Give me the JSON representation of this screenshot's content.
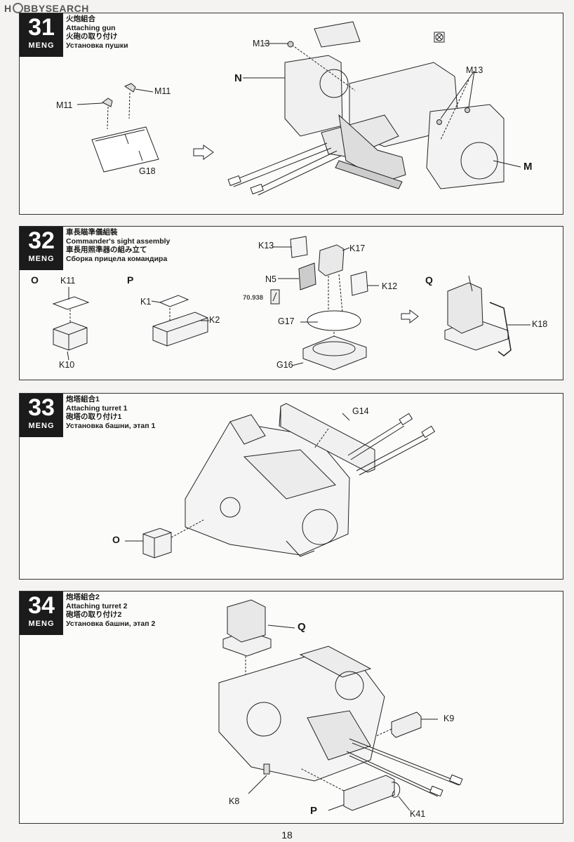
{
  "watermark": {
    "brand_prefix": "H",
    "brand_mid": "BBY",
    "brand_suffix": "SEARCH"
  },
  "steps": [
    {
      "number": "31",
      "brand": "MENG",
      "title_jp": "火炮組合",
      "title_en": "Attaching gun",
      "title_jp2": "火砲の取り付け",
      "title_ru": "Установка пушки",
      "labels": {
        "m11_left": "M11",
        "m11_right": "M11",
        "g18": "G18",
        "m13_left": "M13",
        "m13_right": "M13",
        "n": "N",
        "m": "M"
      }
    },
    {
      "number": "32",
      "brand": "MENG",
      "title_jp": "車長瞄準儀組裝",
      "title_en": "Commander's sight assembly",
      "title_jp2": "車長用照準器の組み立て",
      "title_ru": "Сборка прицела командира",
      "labels": {
        "o": "O",
        "k11": "K11",
        "k10": "K10",
        "p": "P",
        "k1": "K1",
        "k2": "K2",
        "k13": "K13",
        "k17": "K17",
        "n5": "N5",
        "k12": "K12",
        "paint": "70.938",
        "g17": "G17",
        "g16": "G16",
        "q": "Q",
        "k18": "K18"
      }
    },
    {
      "number": "33",
      "brand": "MENG",
      "title_jp": "炮塔組合1",
      "title_en": "Attaching turret 1",
      "title_jp2": "砲塔の取り付け1",
      "title_ru": "Установка башни, этап 1",
      "labels": {
        "g14": "G14",
        "o": "O"
      }
    },
    {
      "number": "34",
      "brand": "MENG",
      "title_jp": "炮塔組合2",
      "title_en": "Attaching turret 2",
      "title_jp2": "砲塔の取り付け2",
      "title_ru": "Установка башни, этап 2",
      "labels": {
        "q": "Q",
        "k9": "K9",
        "k8": "K8",
        "p": "P",
        "k41": "K41"
      }
    }
  ],
  "page_number": "18"
}
